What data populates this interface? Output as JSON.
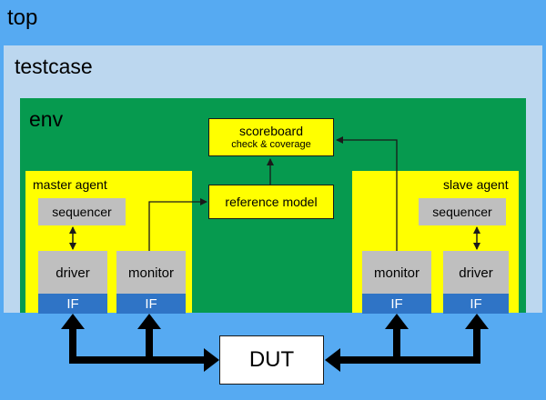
{
  "top": {
    "label": "top"
  },
  "testcase": {
    "label": "testcase"
  },
  "env": {
    "label": "env"
  },
  "master_agent": {
    "label": "master agent",
    "sequencer": "sequencer",
    "driver": "driver",
    "monitor": "monitor",
    "driver_if": "IF",
    "monitor_if": "IF"
  },
  "slave_agent": {
    "label": "slave agent",
    "sequencer": "sequencer",
    "driver": "driver",
    "monitor": "monitor",
    "driver_if": "IF",
    "monitor_if": "IF"
  },
  "scoreboard": {
    "title": "scoreboard",
    "subtitle": "check & coverage"
  },
  "reference_model": {
    "label": "reference model"
  },
  "dut": {
    "label": "DUT"
  },
  "colors": {
    "top": "#56aaf2",
    "testcase": "#bcd7ef",
    "env": "#069a4f",
    "agent": "#ffff00",
    "component": "#bfbfbf",
    "interface": "#2f74c6"
  }
}
